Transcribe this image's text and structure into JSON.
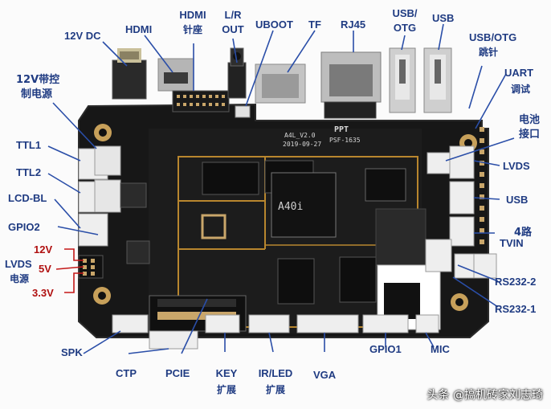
{
  "labels": {
    "dc": "12V DC",
    "hdmi": "HDMI",
    "hdmi_socket_top": "HDMI",
    "hdmi_socket_zh": "针座",
    "lr_top": "L/R",
    "lr_bottom": "OUT",
    "uboot": "UBOOT",
    "tf": "TF",
    "rj45": "RJ45",
    "usb_otg_top": "USB/",
    "usb_otg_bottom": "OTG",
    "usb": "USB",
    "usb_otg_jumper_top": "USB/OTG",
    "usb_otg_jumper_zh": "跳针",
    "power_ctrl_top": "12V带控",
    "power_ctrl_bottom": "制电源",
    "uart_top": "UART",
    "uart_zh": "调试",
    "battery_top": "电池",
    "battery_bottom": "接口",
    "ttl1": "TTL1",
    "ttl2": "TTL2",
    "lcd_bl": "LCD-BL",
    "gpio2": "GPIO2",
    "v12": "12V",
    "lvds_power_top": "LVDS",
    "lvds_power_zh": "电源",
    "v5": "5V",
    "v33": "3.3V",
    "lvds": "LVDS",
    "usb_right": "USB",
    "tvin_top": "4路",
    "tvin_bottom": "TVIN",
    "rs232_2": "RS232-2",
    "rs232_1": "RS232-1",
    "spk": "SPK",
    "ctp": "CTP",
    "pcie": "PCIE",
    "key_top": "KEY",
    "key_zh": "扩展",
    "irled_top": "IR/LED",
    "irled_zh": "扩展",
    "vga": "VGA",
    "gpio1": "GPIO1",
    "mic": "MIC"
  },
  "silkscreen": {
    "chip_main": "A40i",
    "ppt": "PPT",
    "psf": "PSF-1635",
    "board_ver": "A4L_V2.0",
    "board_date": "2019-09-27"
  },
  "watermark": "头条 @搞机砖家刘志琦",
  "colors": {
    "label_blue": "#1f3b82",
    "label_red": "#b01010",
    "pcb": "#161616",
    "callout_line": "#2a4ea8"
  }
}
